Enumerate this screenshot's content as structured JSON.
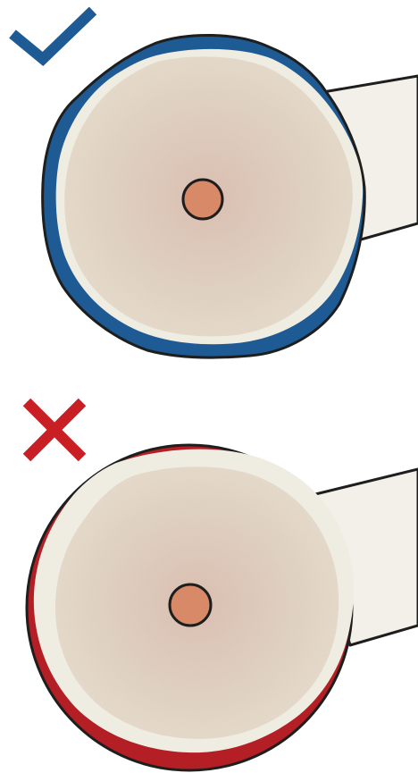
{
  "colors": {
    "correct": "#1e5a94",
    "incorrect": "#c81e24",
    "residue_incorrect": "#b31f24",
    "disc": "#e4d8c7",
    "disc_inner": "#d7b9aa",
    "rim": "#f1efe6",
    "outline": "#1e1e1e",
    "center": "#d88967"
  },
  "panels": [
    {
      "id": "correct",
      "mark_icon": "checkmark-icon",
      "meaning": "correct"
    },
    {
      "id": "incorrect",
      "mark_icon": "cross-icon",
      "meaning": "incorrect"
    }
  ]
}
